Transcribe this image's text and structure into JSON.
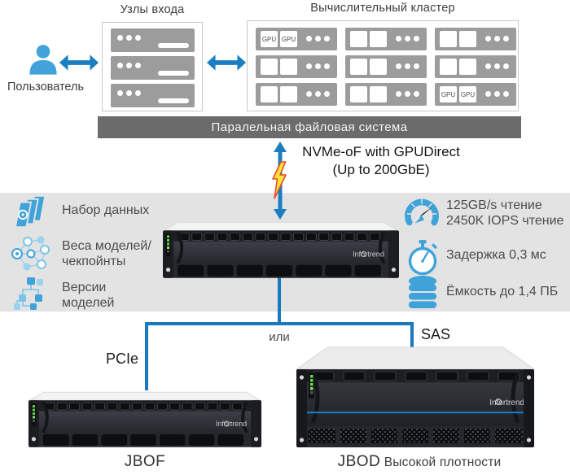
{
  "colors": {
    "accent_blue": "#1b7ec2",
    "line_blue": "#1779be",
    "icon_blue": "#3fa3da",
    "band_gray": "#e3e3e3",
    "fs_bar_gray": "#6b6b6b",
    "server_gray": "#9c9c9c",
    "led_green": "#62d948",
    "lightning_yellow": "#ffe23a"
  },
  "user": {
    "label": "Пользователь"
  },
  "entry_nodes": {
    "title": "Узлы входа"
  },
  "cluster": {
    "title": "Вычислительный кластер",
    "gpu_label": "GPU"
  },
  "file_system": {
    "label": "Паралельная файловая система"
  },
  "interconnect": {
    "line1": "NVMe-oF with GPUDirect",
    "line2": "(Up to 200GbE)"
  },
  "features_left": [
    {
      "icon": "dataset-icon",
      "lines": [
        "Набор данных",
        ""
      ]
    },
    {
      "icon": "model-weights-icon",
      "lines": [
        "Веса моделей/",
        "чекпойнты"
      ]
    },
    {
      "icon": "model-versions-icon",
      "lines": [
        "Версии",
        "моделей"
      ]
    }
  ],
  "features_right": [
    {
      "icon": "speedometer-icon",
      "lines": [
        "125GB/s чтение",
        "2450K IOPS чтение"
      ]
    },
    {
      "icon": "stopwatch-icon",
      "lines": [
        "Задержка 0,3 мс",
        ""
      ]
    },
    {
      "icon": "capacity-icon",
      "lines": [
        "Ёмкость до 1,4 ПБ",
        ""
      ]
    }
  ],
  "connections": {
    "or_label": "или",
    "pcie_label": "PCIe",
    "sas_label": "SAS"
  },
  "devices": {
    "brand": "Infortrend",
    "jbof_label": "JBOF",
    "jbod_label": "JBOD",
    "jbod_sublabel": "Высокой плотности"
  }
}
